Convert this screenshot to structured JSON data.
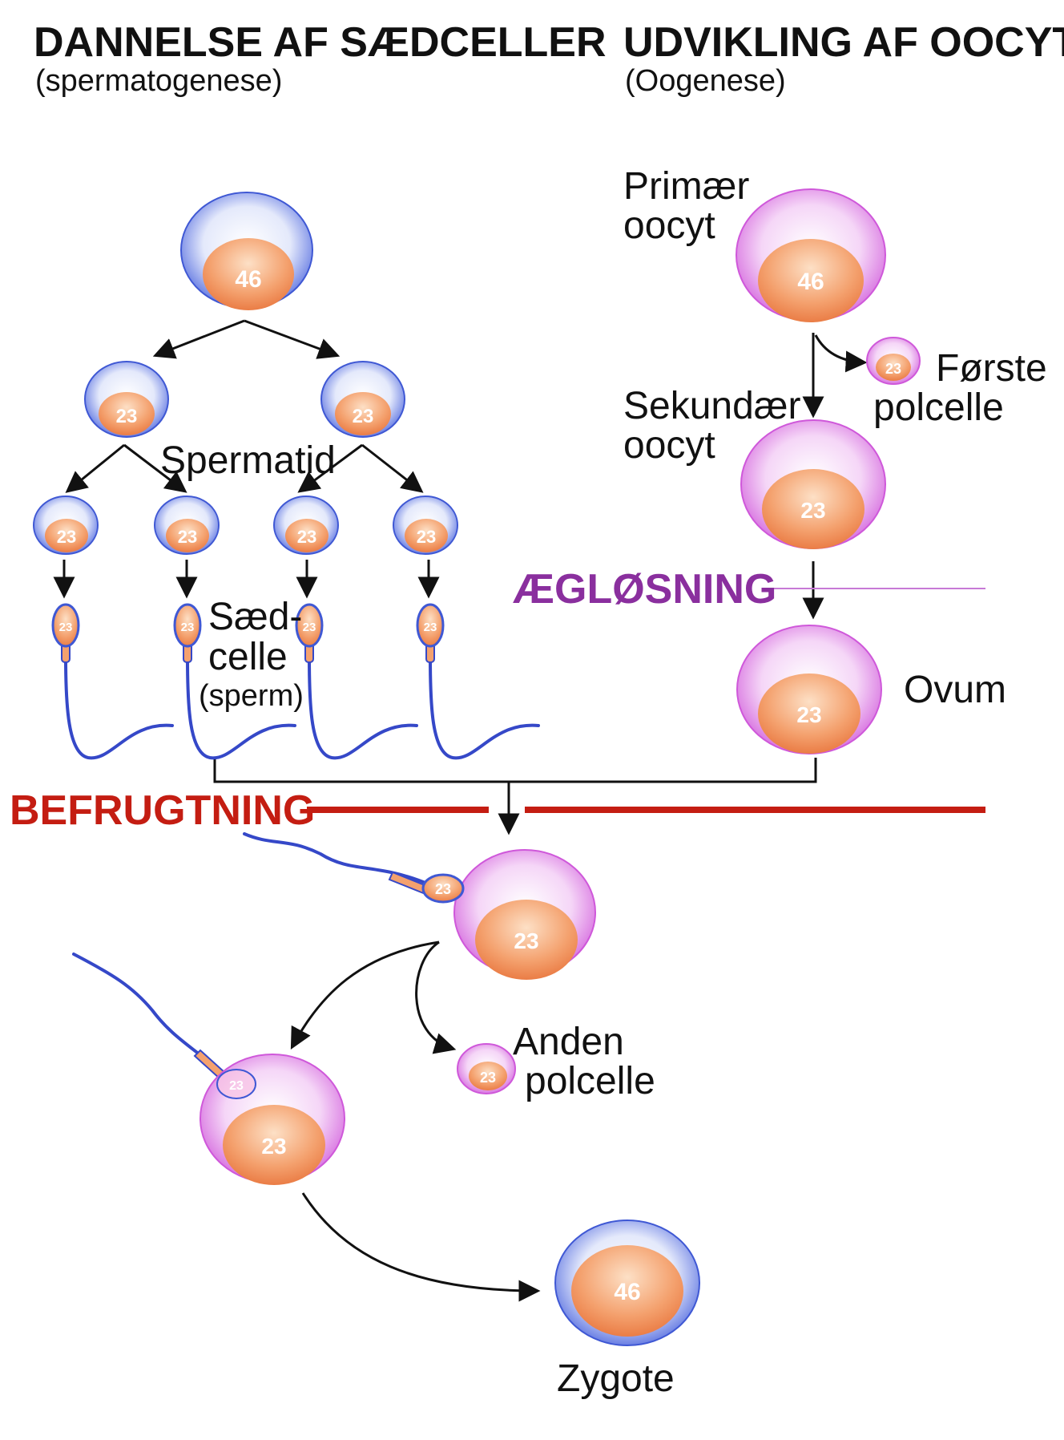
{
  "headers": {
    "sperm_title": "DANNELSE AF SÆDCELLER",
    "sperm_subtitle": "(spermatogenese)",
    "oocyte_title": "UDVIKLING AF OOCYT",
    "oocyte_subtitle": "(Oogenese)"
  },
  "labels": {
    "spermatid": "Spermatid",
    "sperm_line1": "Sæd-",
    "sperm_line2": "celle",
    "sperm_line3": "(sperm)",
    "primary_line1": "Primær",
    "primary_line2": "oocyt",
    "first_polar_line1": "Første",
    "first_polar_line2": "polcelle",
    "secondary_line1": "Sekundær",
    "secondary_line2": "oocyt",
    "ovum": "Ovum",
    "second_polar_line1": "Anden",
    "second_polar_line2": "polcelle",
    "zygote": "Zygote"
  },
  "stages": {
    "ovulation": "ÆGLØSNING",
    "fertilization": "BEFRUGTNING"
  },
  "chromosomes": {
    "spermatogonium": "46",
    "secondary_left": "23",
    "secondary_right": "23",
    "spermatid_1": "23",
    "spermatid_2": "23",
    "spermatid_3": "23",
    "spermatid_4": "23",
    "sperm_1": "23",
    "sperm_2": "23",
    "sperm_3": "23",
    "sperm_4": "23",
    "primary_oocyte": "46",
    "first_polar": "23",
    "secondary_oocyte": "23",
    "ovum": "23",
    "fertilizing_sperm": "23",
    "fertilized_egg": "23",
    "second_polar": "23",
    "entering_sperm": "23",
    "egg_after": "23",
    "zygote": "46"
  },
  "colors": {
    "male_cell": "#5b74e6",
    "female_cell": "#e07ee8",
    "nucleus": "#f08a52",
    "ovulation_text": "#8a2f9e",
    "ovulation_line": "#c77ad6",
    "fertilization_text": "#c41d12",
    "fertilization_line": "#c41d12",
    "sperm_tail": "#3548c8"
  }
}
